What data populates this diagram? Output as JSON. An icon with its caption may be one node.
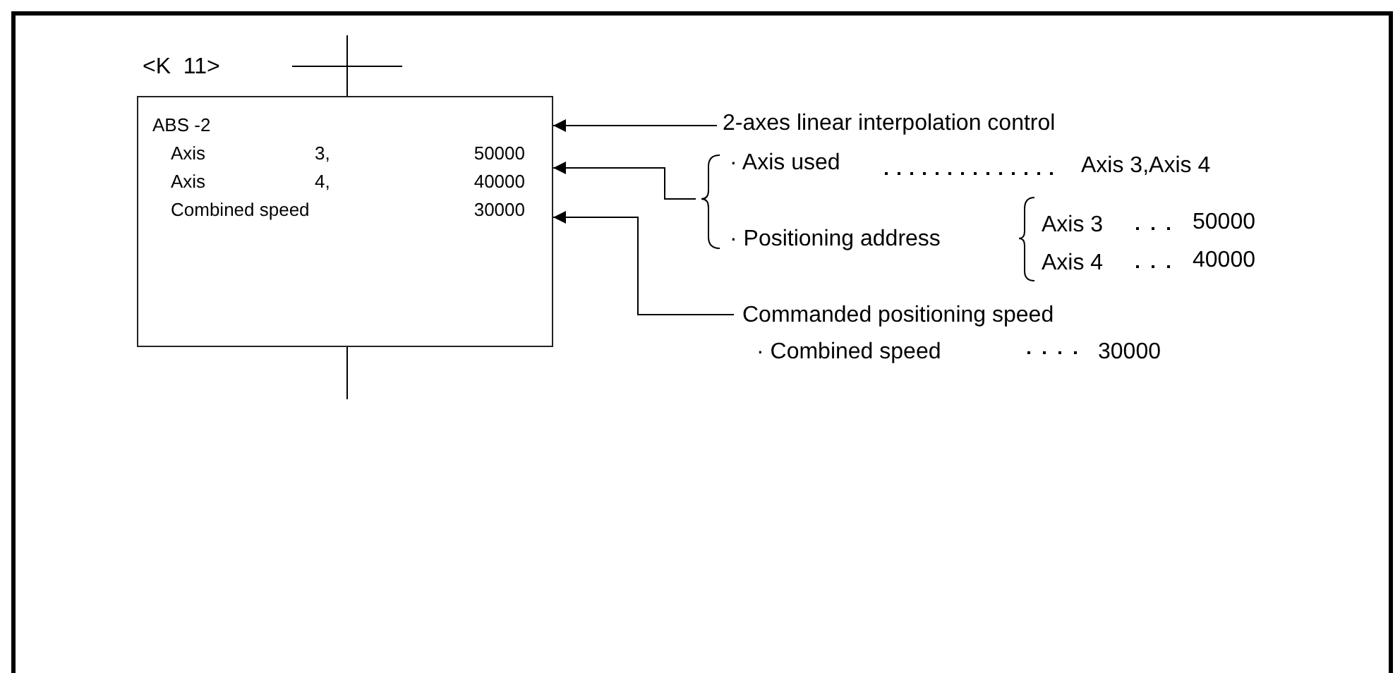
{
  "diagram": {
    "nodes": [
      {
        "text": [
          "ABS -2",
          "Axis",
          "3,",
          "50000",
          "Axis",
          "4,",
          "40000",
          "Combined speed",
          "30000"
        ]
      },
      {
        "text": [
          "2-axes linear interpolation control"
        ]
      },
      {
        "text": [
          "· Axis used",
          "Axis 3,Axis 4",
          "· Positioning address",
          "Axis 3",
          "50000",
          "Axis 4",
          "40000"
        ]
      },
      {
        "text": [
          "Commanded positioning speed",
          "· Combined speed",
          "30000"
        ]
      }
    ],
    "edges": [
      {
        "from": 1,
        "to": 0,
        "arrow": "to"
      },
      {
        "from": 2,
        "to": 0,
        "arrow": "to"
      },
      {
        "from": 3,
        "to": 0,
        "arrow": "to"
      }
    ],
    "labels": [
      "<K  11>"
    ]
  }
}
